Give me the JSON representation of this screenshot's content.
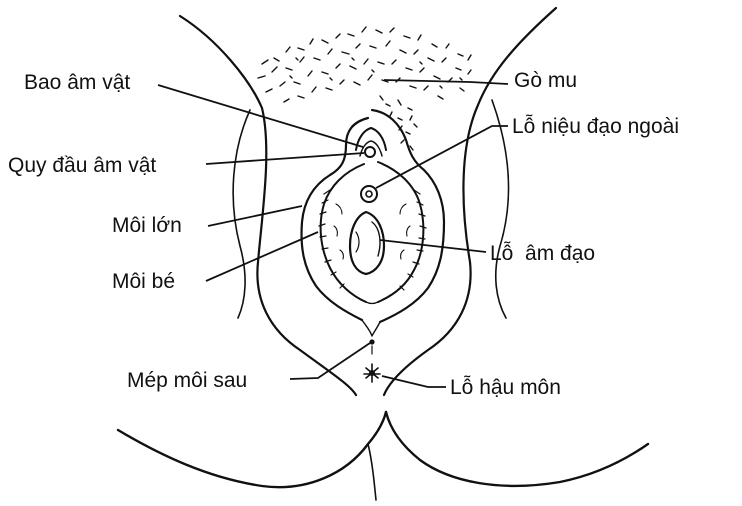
{
  "colors": {
    "ink": "#111111",
    "background": "#ffffff"
  },
  "labels": {
    "bao_am_vat": "Bao âm vật",
    "quy_dau_am_vat": "Quy đầu âm vật",
    "moi_lon": "Môi lớn",
    "moi_be": "Môi bé",
    "mep_moi_sau": "Mép môi sau",
    "go_mu": "Gò mu",
    "lo_nieu_dao_ngoai": "Lỗ niệu đạo ngoài",
    "lo_am_dao": "Lỗ  âm đạo",
    "lo_hau_mon": "Lỗ hậu môn"
  }
}
